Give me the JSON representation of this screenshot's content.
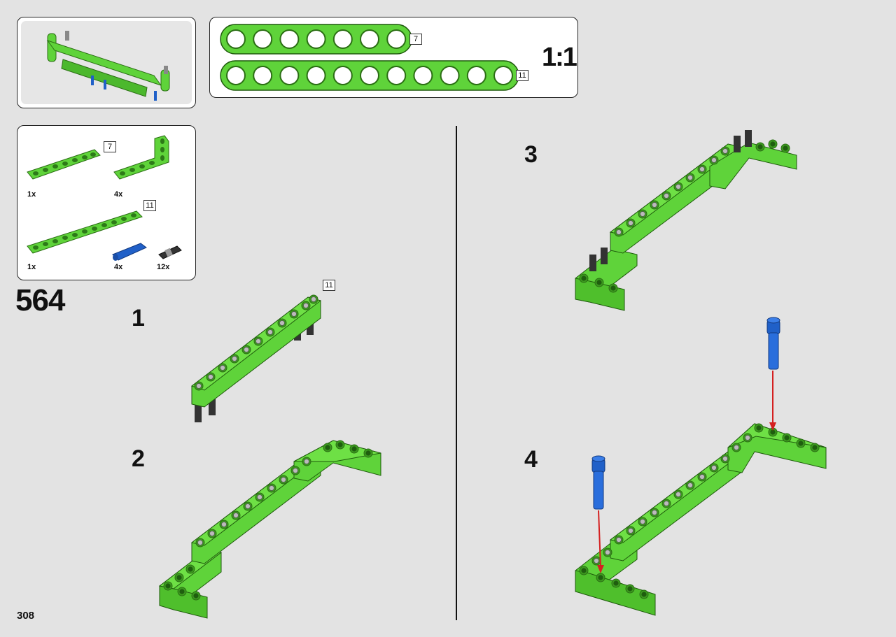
{
  "page_number": "308",
  "step": "564",
  "scale_label": "1:1",
  "scale_beams": [
    {
      "length": 7,
      "tag": "7"
    },
    {
      "length": 11,
      "tag": "11"
    }
  ],
  "parts": [
    {
      "name": "beam-7",
      "tag": "7",
      "qty": "1x"
    },
    {
      "name": "l-beam",
      "tag": "",
      "qty": "4x"
    },
    {
      "name": "beam-11",
      "tag": "11",
      "qty": "1x"
    },
    {
      "name": "blue-pin",
      "tag": "",
      "qty": "4x"
    },
    {
      "name": "black-pin",
      "tag": "",
      "qty": "12x"
    }
  ],
  "substeps": [
    {
      "num": "1",
      "callout": "11"
    },
    {
      "num": "2",
      "callout": ""
    },
    {
      "num": "3",
      "callout": ""
    },
    {
      "num": "4",
      "callout": ""
    }
  ],
  "colors": {
    "lime": "#5fd33a",
    "lime_dark": "#3c9a1f",
    "blue_pin": "#2060c8",
    "arrow": "#d42020",
    "background": "#e3e3e3"
  }
}
